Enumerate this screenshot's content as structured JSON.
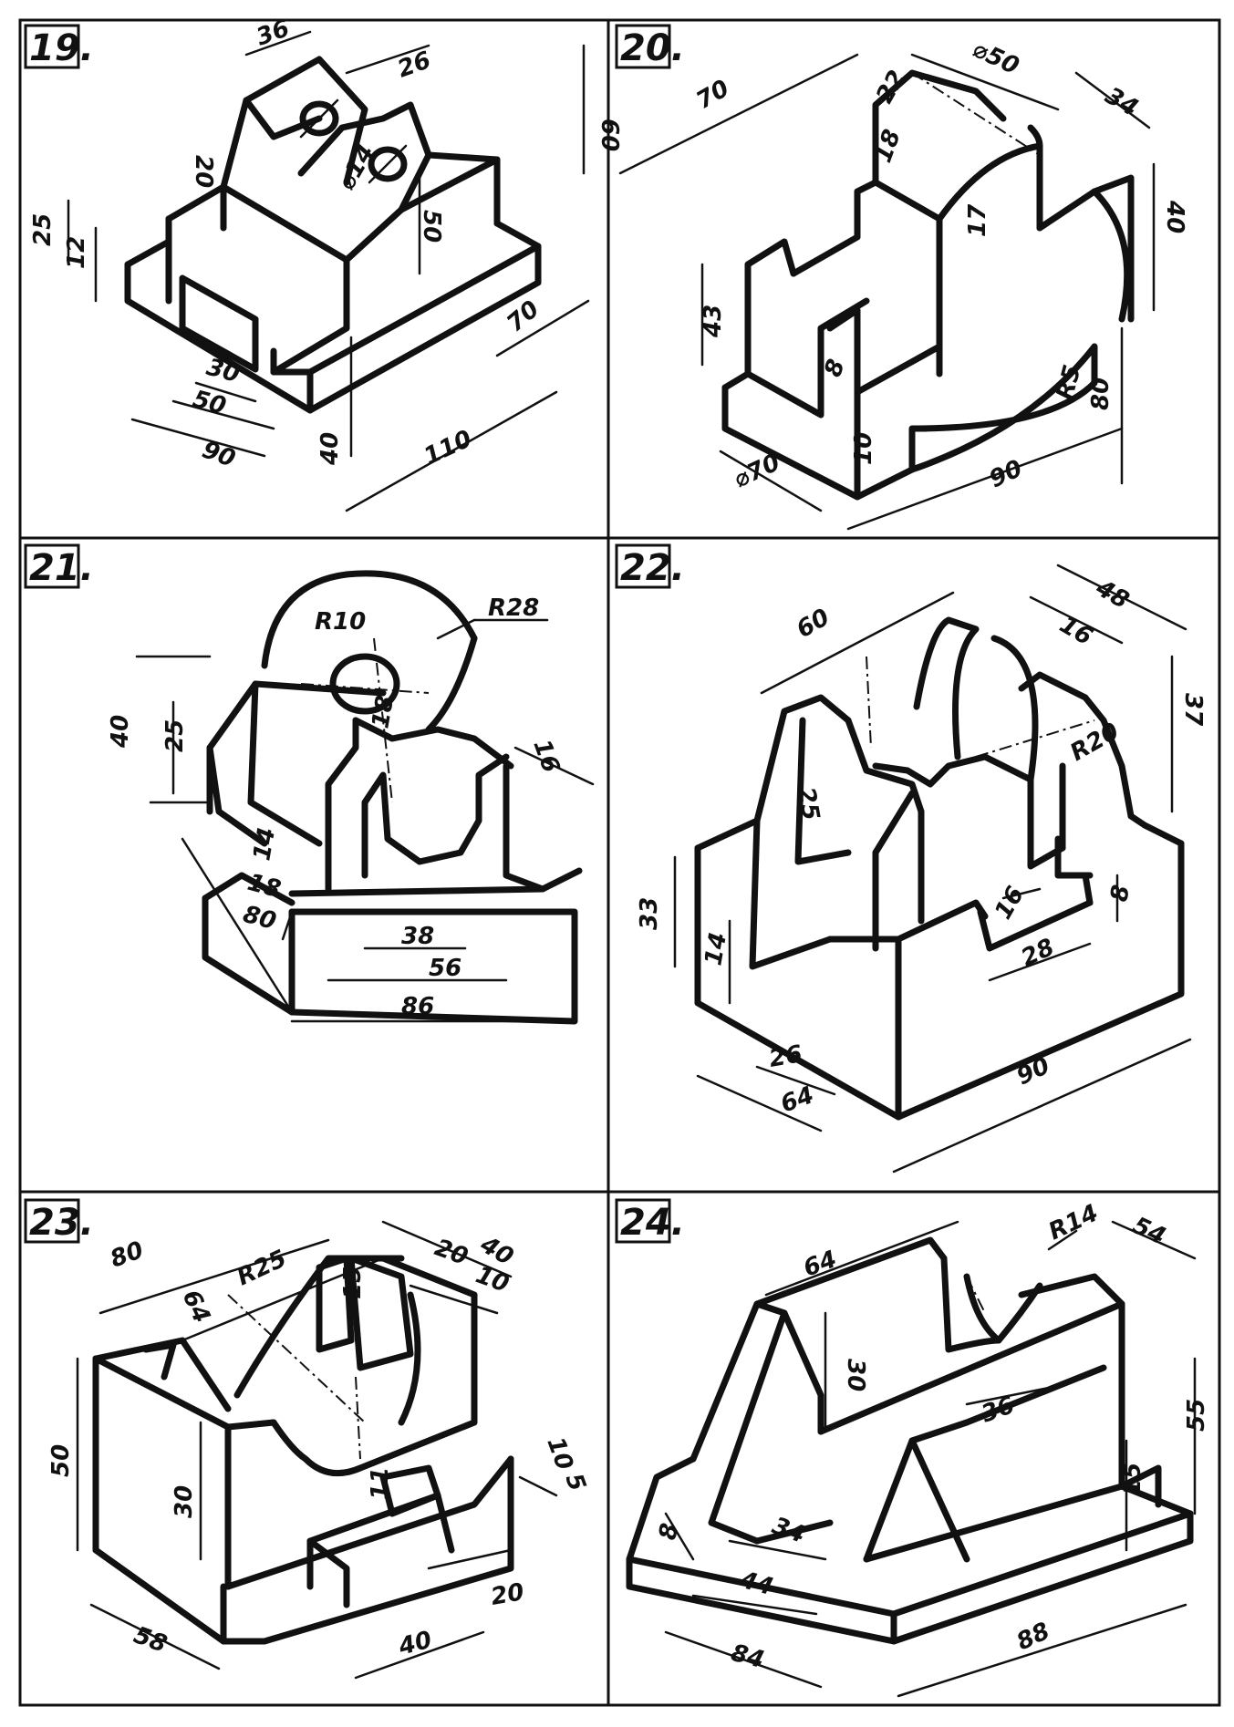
{
  "panels": [
    {
      "number": "19.",
      "dims": {
        "top_width": "36",
        "top_depth": "26",
        "height_total": "60",
        "slot_height": "20",
        "hole": "⌀14",
        "hole_height": "50",
        "left_height": "25",
        "left_step": "12",
        "opening_width": "30",
        "opening_height": "50",
        "width": "90",
        "base_height": "40",
        "length": "110",
        "depth": "70"
      }
    },
    {
      "number": "20.",
      "dims": {
        "length": "70",
        "diameter_top": "⌀50",
        "width_top": "22",
        "right_width": "34",
        "step": "18",
        "step_height": "17",
        "right_height": "40",
        "left_height": "43",
        "slot": "8",
        "arc_radius": "R5",
        "total_height": "80",
        "base_height": "10",
        "diameter_base": "⌀70",
        "width": "90"
      }
    },
    {
      "number": "21.",
      "dims": {
        "radius_small": "R10",
        "radius_large": "R28",
        "height": "40",
        "height_inner": "25",
        "wall": "16",
        "slot_height": "18",
        "ledge": "14",
        "step": "18",
        "depth": "80",
        "inner_width": "38",
        "mid_width": "56",
        "width": "86"
      }
    },
    {
      "number": "22.",
      "dims": {
        "top_length": "60",
        "top_width": "48",
        "slot_width": "16",
        "radius": "R20",
        "height": "37",
        "rib_height": "25",
        "base_height": "33",
        "ledge_height": "14",
        "slot": "8",
        "groove": "16",
        "groove_width": "28",
        "notch": "26",
        "width": "64",
        "length": "90"
      }
    },
    {
      "number": "23.",
      "dims": {
        "length": "80",
        "inner_length": "64",
        "radius": "R25",
        "depth": "40",
        "slot": "20",
        "slot_offset": "10",
        "slot_height": "15",
        "height": "50",
        "inner_height": "30",
        "step": "10",
        "step_small": "5",
        "groove_height": "11",
        "width": "58",
        "groove_width": "40",
        "groove_depth": "20"
      }
    },
    {
      "number": "24.",
      "dims": {
        "top_length": "64",
        "radius": "R14",
        "depth": "54",
        "wall_height": "30",
        "rib_width": "36",
        "height": "55",
        "rib_height": "15",
        "step": "8",
        "slot": "34",
        "inner_width": "44",
        "width": "84",
        "length": "88"
      }
    }
  ]
}
